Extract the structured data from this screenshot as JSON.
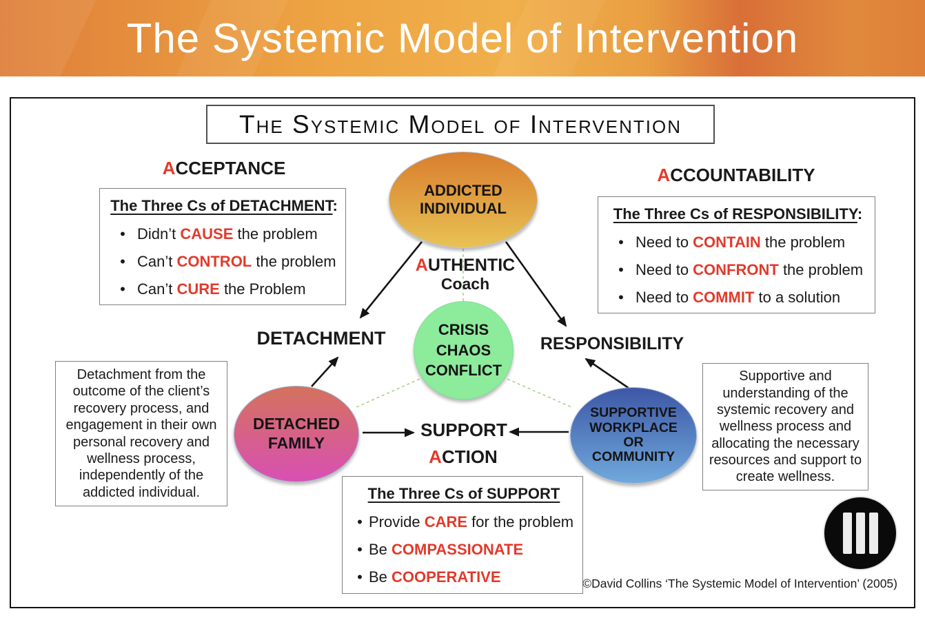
{
  "banner": {
    "title": "The Systemic Model of Intervention"
  },
  "title_box": {
    "text": "The Systemic Model of Intervention"
  },
  "ui": {
    "bullet": "•"
  },
  "labels": {
    "acceptance": {
      "first": "A",
      "rest": "CCEPTANCE"
    },
    "accountability": {
      "first": "A",
      "rest": "CCOUNTABILITY"
    },
    "detachment": "DETACHMENT",
    "responsibility": "RESPONSIBILITY",
    "support": "SUPPORT",
    "action": {
      "first": "A",
      "rest": "CTION"
    },
    "authentic": {
      "first": "A",
      "rest": "UTHENTIC"
    },
    "coach": "Coach"
  },
  "nodes": {
    "addicted": {
      "lines": [
        "ADDICTED",
        "INDIVIDUAL"
      ],
      "gradient_top": "#d97e2e",
      "gradient_bottom": "#e8c254"
    },
    "crisis": {
      "lines": [
        "CRISIS",
        "CHAOS",
        "CONFLICT"
      ],
      "color": "#8deb9c"
    },
    "family": {
      "lines": [
        "DETACHED",
        "FAMILY"
      ],
      "gradient_top": "#d4725c",
      "gradient_bottom": "#d850b4"
    },
    "workplace": {
      "lines": [
        "SUPPORTIVE",
        "WORKPLACE",
        "OR",
        "COMMUNITY"
      ],
      "gradient_top": "#3d57a6",
      "gradient_bottom": "#70a9dc"
    }
  },
  "boxes": {
    "detachment_cs": {
      "heading": "The Three Cs of DETACHMENT",
      "heading_suffix": ":",
      "bullets": [
        {
          "pre": "Didn’t ",
          "em": "CAUSE",
          "post": " the problem"
        },
        {
          "pre": "Can’t ",
          "em": "CONTROL",
          "post": " the problem"
        },
        {
          "pre": "Can’t ",
          "em": "CURE",
          "post": " the Problem"
        }
      ]
    },
    "responsibility_cs": {
      "heading": "The Three Cs of RESPONSIBILITY",
      "heading_suffix": ":",
      "bullets": [
        {
          "pre": "Need to ",
          "em": "CONTAIN",
          "post": " the problem"
        },
        {
          "pre": "Need to ",
          "em": "CONFRONT",
          "post": " the problem"
        },
        {
          "pre": "Need to ",
          "em": "COMMIT",
          "post": " to a solution"
        }
      ]
    },
    "support_cs": {
      "heading": "The Three Cs of SUPPORT",
      "heading_suffix": "",
      "bullets": [
        {
          "pre": "Provide ",
          "em": "CARE",
          "post": " for the problem"
        },
        {
          "pre": "Be ",
          "em": "COMPASSIONATE",
          "post": ""
        },
        {
          "pre": "Be ",
          "em": "COOPERATIVE",
          "post": ""
        }
      ]
    },
    "family_desc": "Detachment from the outcome of the client’s recovery process, and engagement in their own personal recovery and wellness process, independently of the addicted individual.",
    "workplace_desc": "Supportive and understanding of the systemic recovery and wellness process and allocating the necessary resources and support to create wellness."
  },
  "footer": {
    "copyright": "©David Collins ‘The Systemic Model of Intervention’ (2005)"
  },
  "colors": {
    "accent_red": "#e23a2b",
    "banner_orange_left": "#de7e39",
    "banner_orange_mid": "#f1b04b",
    "banner_orange_right": "#d96f38",
    "dashed_line_green": "#a6d389",
    "arrow_black": "#141414"
  }
}
